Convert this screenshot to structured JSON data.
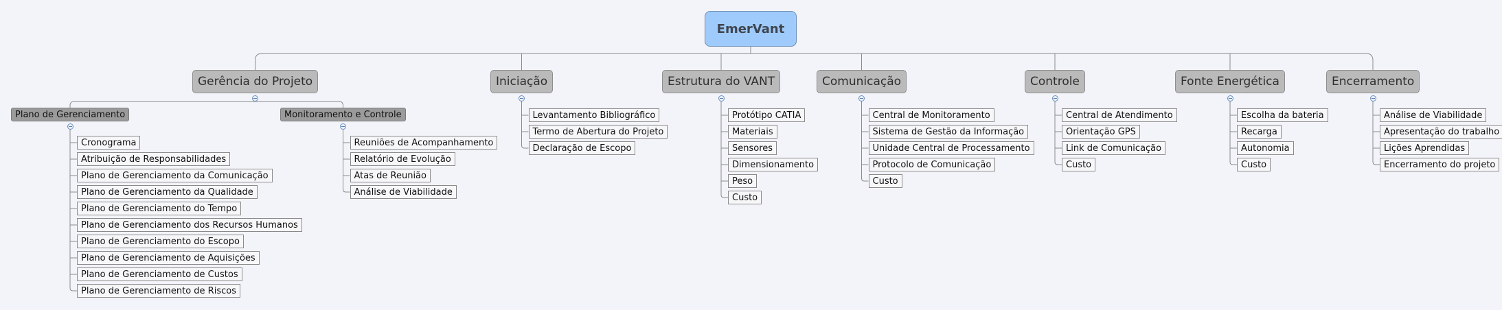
{
  "root": {
    "label": "EmerVant"
  },
  "branches": [
    {
      "label": "Gerência do Projeto",
      "subgroups": [
        {
          "label": "Plano de Gerenciamento",
          "items": [
            "Cronograma",
            "Atribuição de Responsabilidades",
            "Plano de Gerenciamento da Comunicação",
            "Plano de Gerenciamento da Qualidade",
            "Plano de Gerenciamento do Tempo",
            "Plano de Gerenciamento dos Recursos Humanos",
            "Plano de Gerenciamento do Escopo",
            "Plano de Gerenciamento de Aquisições",
            "Plano de Gerenciamento de Custos",
            "Plano de Gerenciamento de Riscos"
          ]
        },
        {
          "label": "Monitoramento e Controle",
          "items": [
            "Reuniões de Acompanhamento",
            "Relatório de Evolução",
            "Atas de Reunião",
            "Análise de Viabilidade"
          ]
        }
      ]
    },
    {
      "label": "Iniciação",
      "items": [
        "Levantamento Bibliográfico",
        "Termo de Abertura do Projeto",
        "Declaração de Escopo"
      ]
    },
    {
      "label": "Estrutura do VANT",
      "items": [
        "Protótipo CATIA",
        "Materiais",
        "Sensores",
        "Dimensionamento",
        "Peso",
        "Custo"
      ]
    },
    {
      "label": "Comunicação",
      "items": [
        "Central de Monitoramento",
        "Sistema de Gestão da Informação",
        "Unidade Central de Processamento",
        "Protocolo de Comunicação",
        "Custo"
      ]
    },
    {
      "label": "Controle",
      "items": [
        "Central de Atendimento",
        "Orientação GPS",
        "Link de Comunicação",
        "Custo"
      ]
    },
    {
      "label": "Fonte Energética",
      "items": [
        "Escolha da bateria",
        "Recarga",
        "Autonomia",
        "Custo"
      ]
    },
    {
      "label": "Encerramento",
      "items": [
        "Análise de Viabilidade",
        "Apresentação do trabalho",
        "Lições Aprendidas",
        "Encerramento do projeto"
      ]
    }
  ]
}
